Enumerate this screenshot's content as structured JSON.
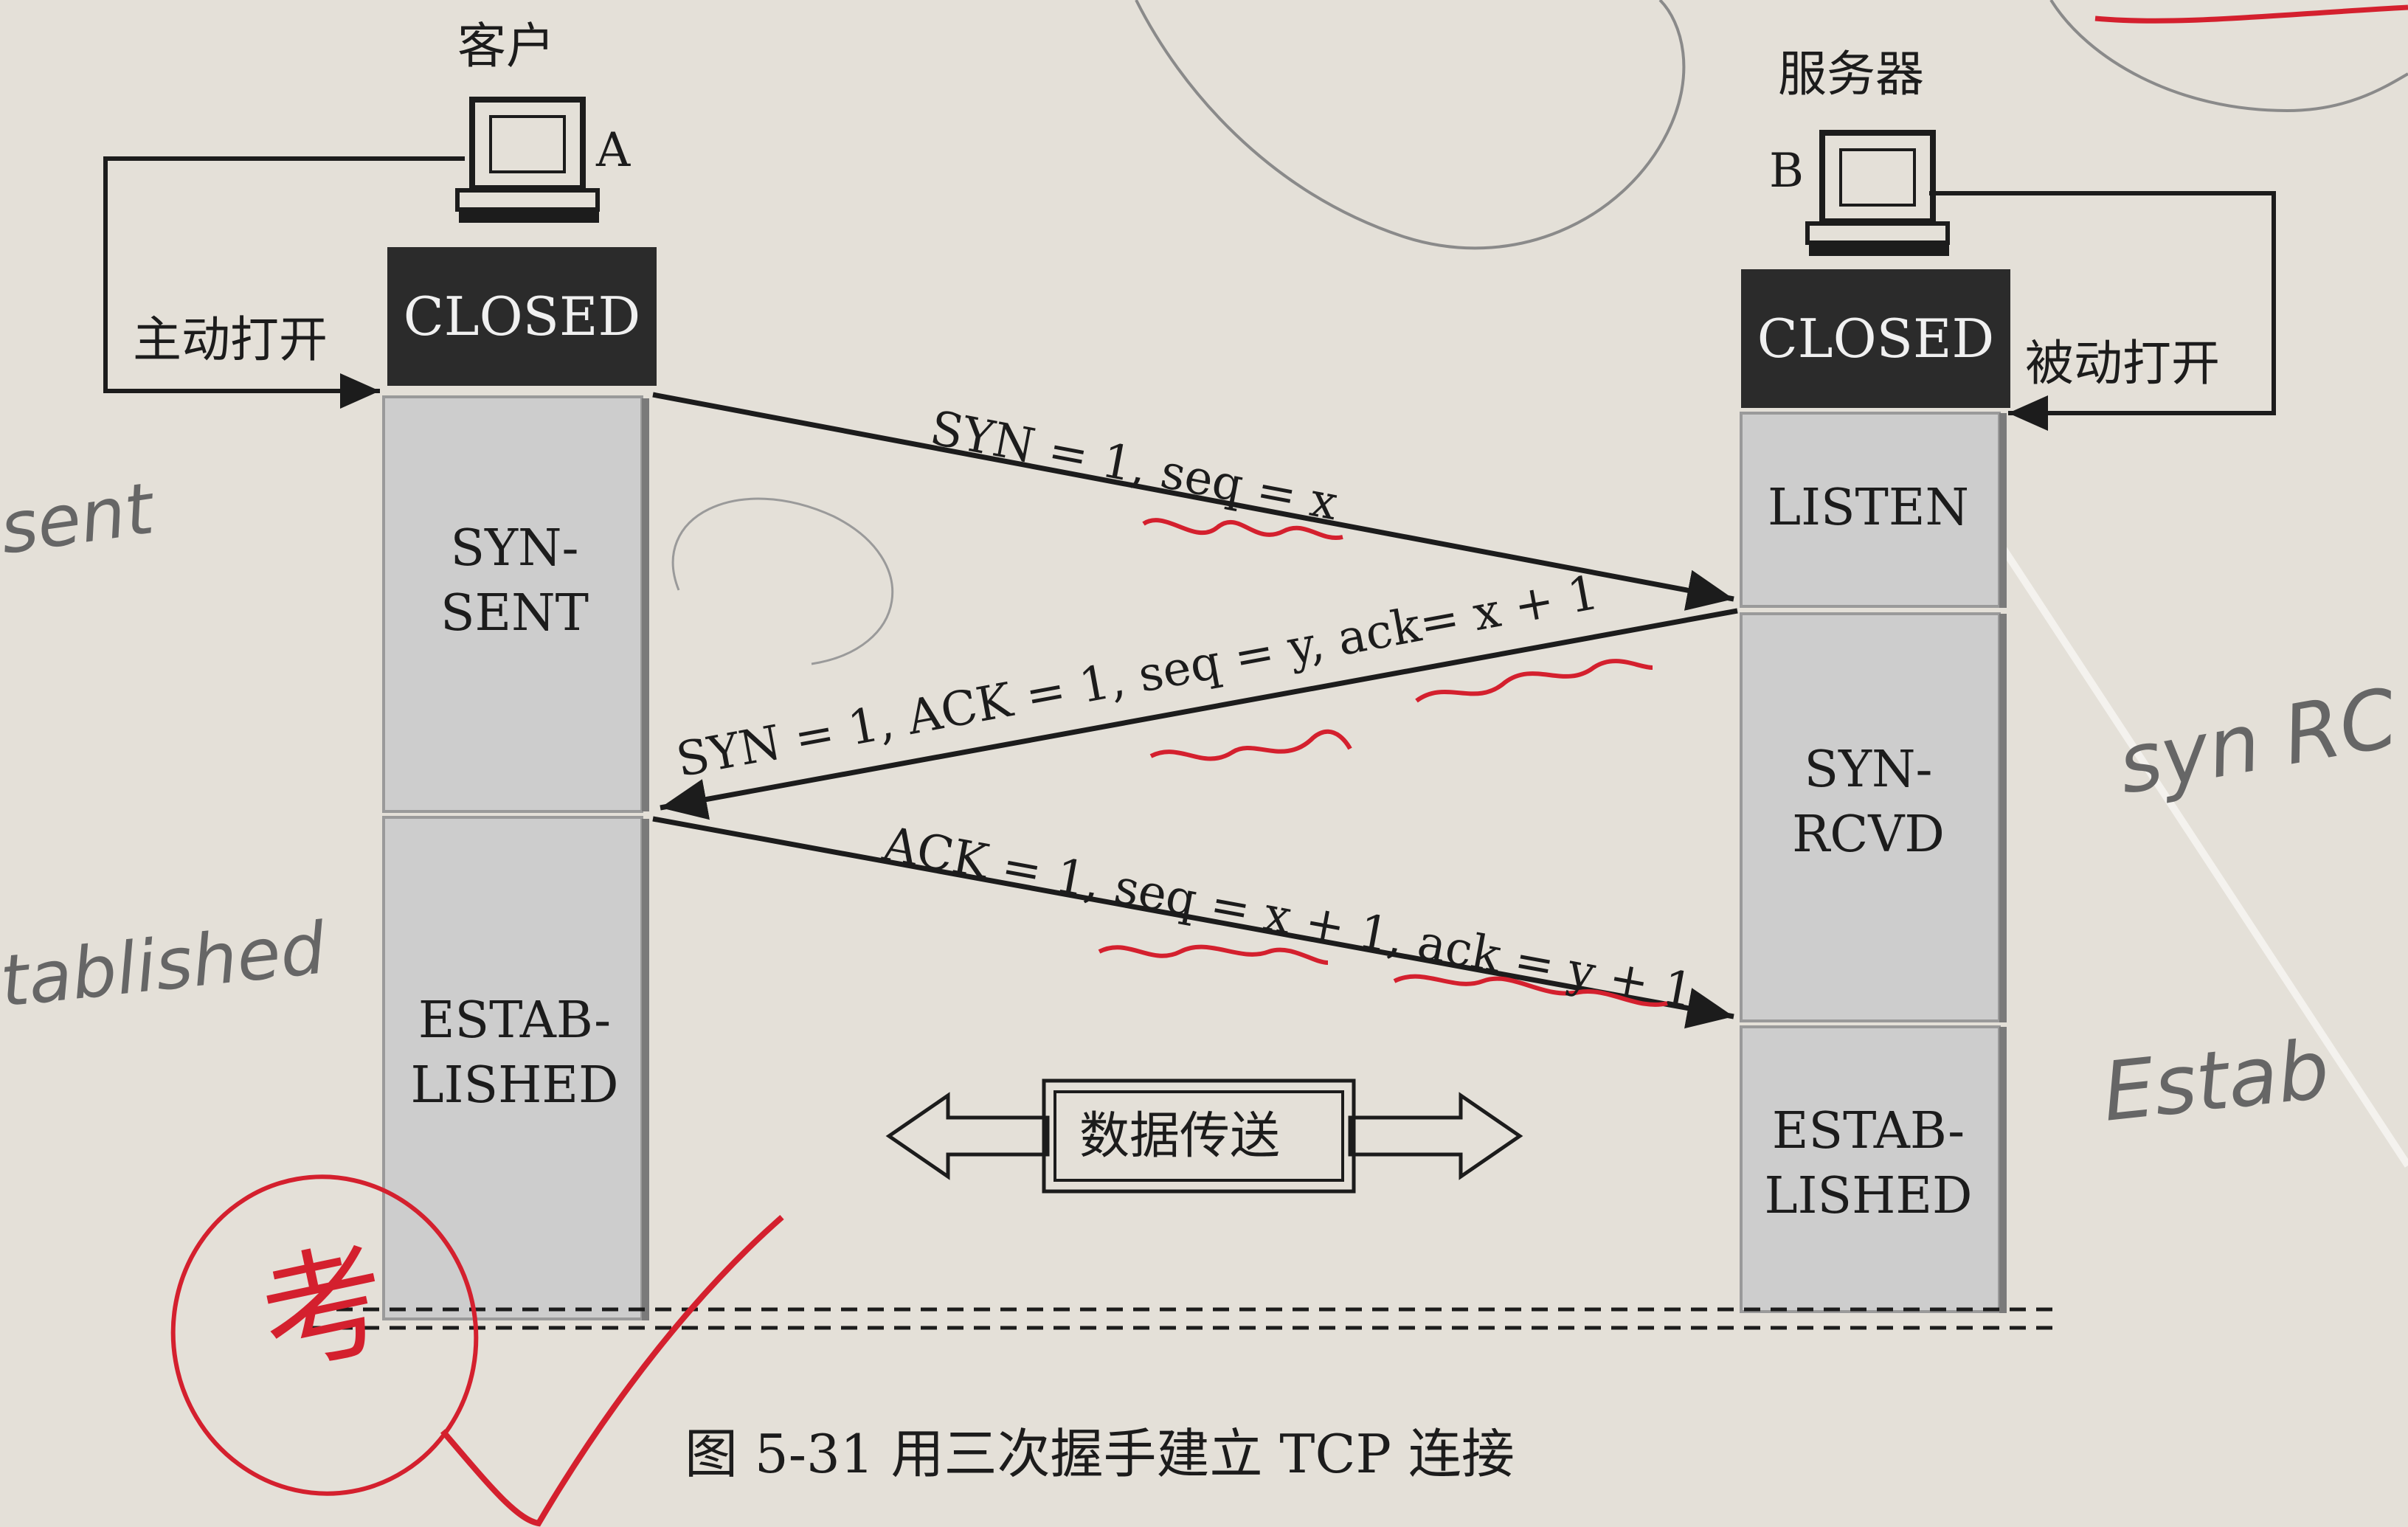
{
  "client": {
    "label": "客户",
    "host": "A",
    "action": "主动打开",
    "closed": "CLOSED"
  },
  "server": {
    "label": "服务器",
    "host": "B",
    "action": "被动打开",
    "closed": "CLOSED"
  },
  "client_states": {
    "syn_sent": "SYN-\nSENT",
    "established": "ESTAB-\nLISHED"
  },
  "server_states": {
    "listen": "LISTEN",
    "syn_rcvd": "SYN-\nRCVD",
    "established": "ESTAB-\nLISHED"
  },
  "messages": {
    "syn": "SYN = 1, seq = x",
    "syn_ack": "SYN = 1, ACK = 1, seq = y, ack= x + 1",
    "ack": "ACK = 1, seq = x + 1, ack = y + 1"
  },
  "data_transfer": "数据传送",
  "caption": "图 5-31  用三次握手建立 TCP 连接",
  "handwritten_notes": {
    "left_top": "sent",
    "left_mid": "tablished",
    "right_mid": "syn RC",
    "right_low": "Estab",
    "red_circle": "考"
  },
  "colors": {
    "ink": "#1c1c1c",
    "red_pen": "#d4202e",
    "state_fill": "#cfcfcf",
    "paper": "#e4e0d8"
  }
}
